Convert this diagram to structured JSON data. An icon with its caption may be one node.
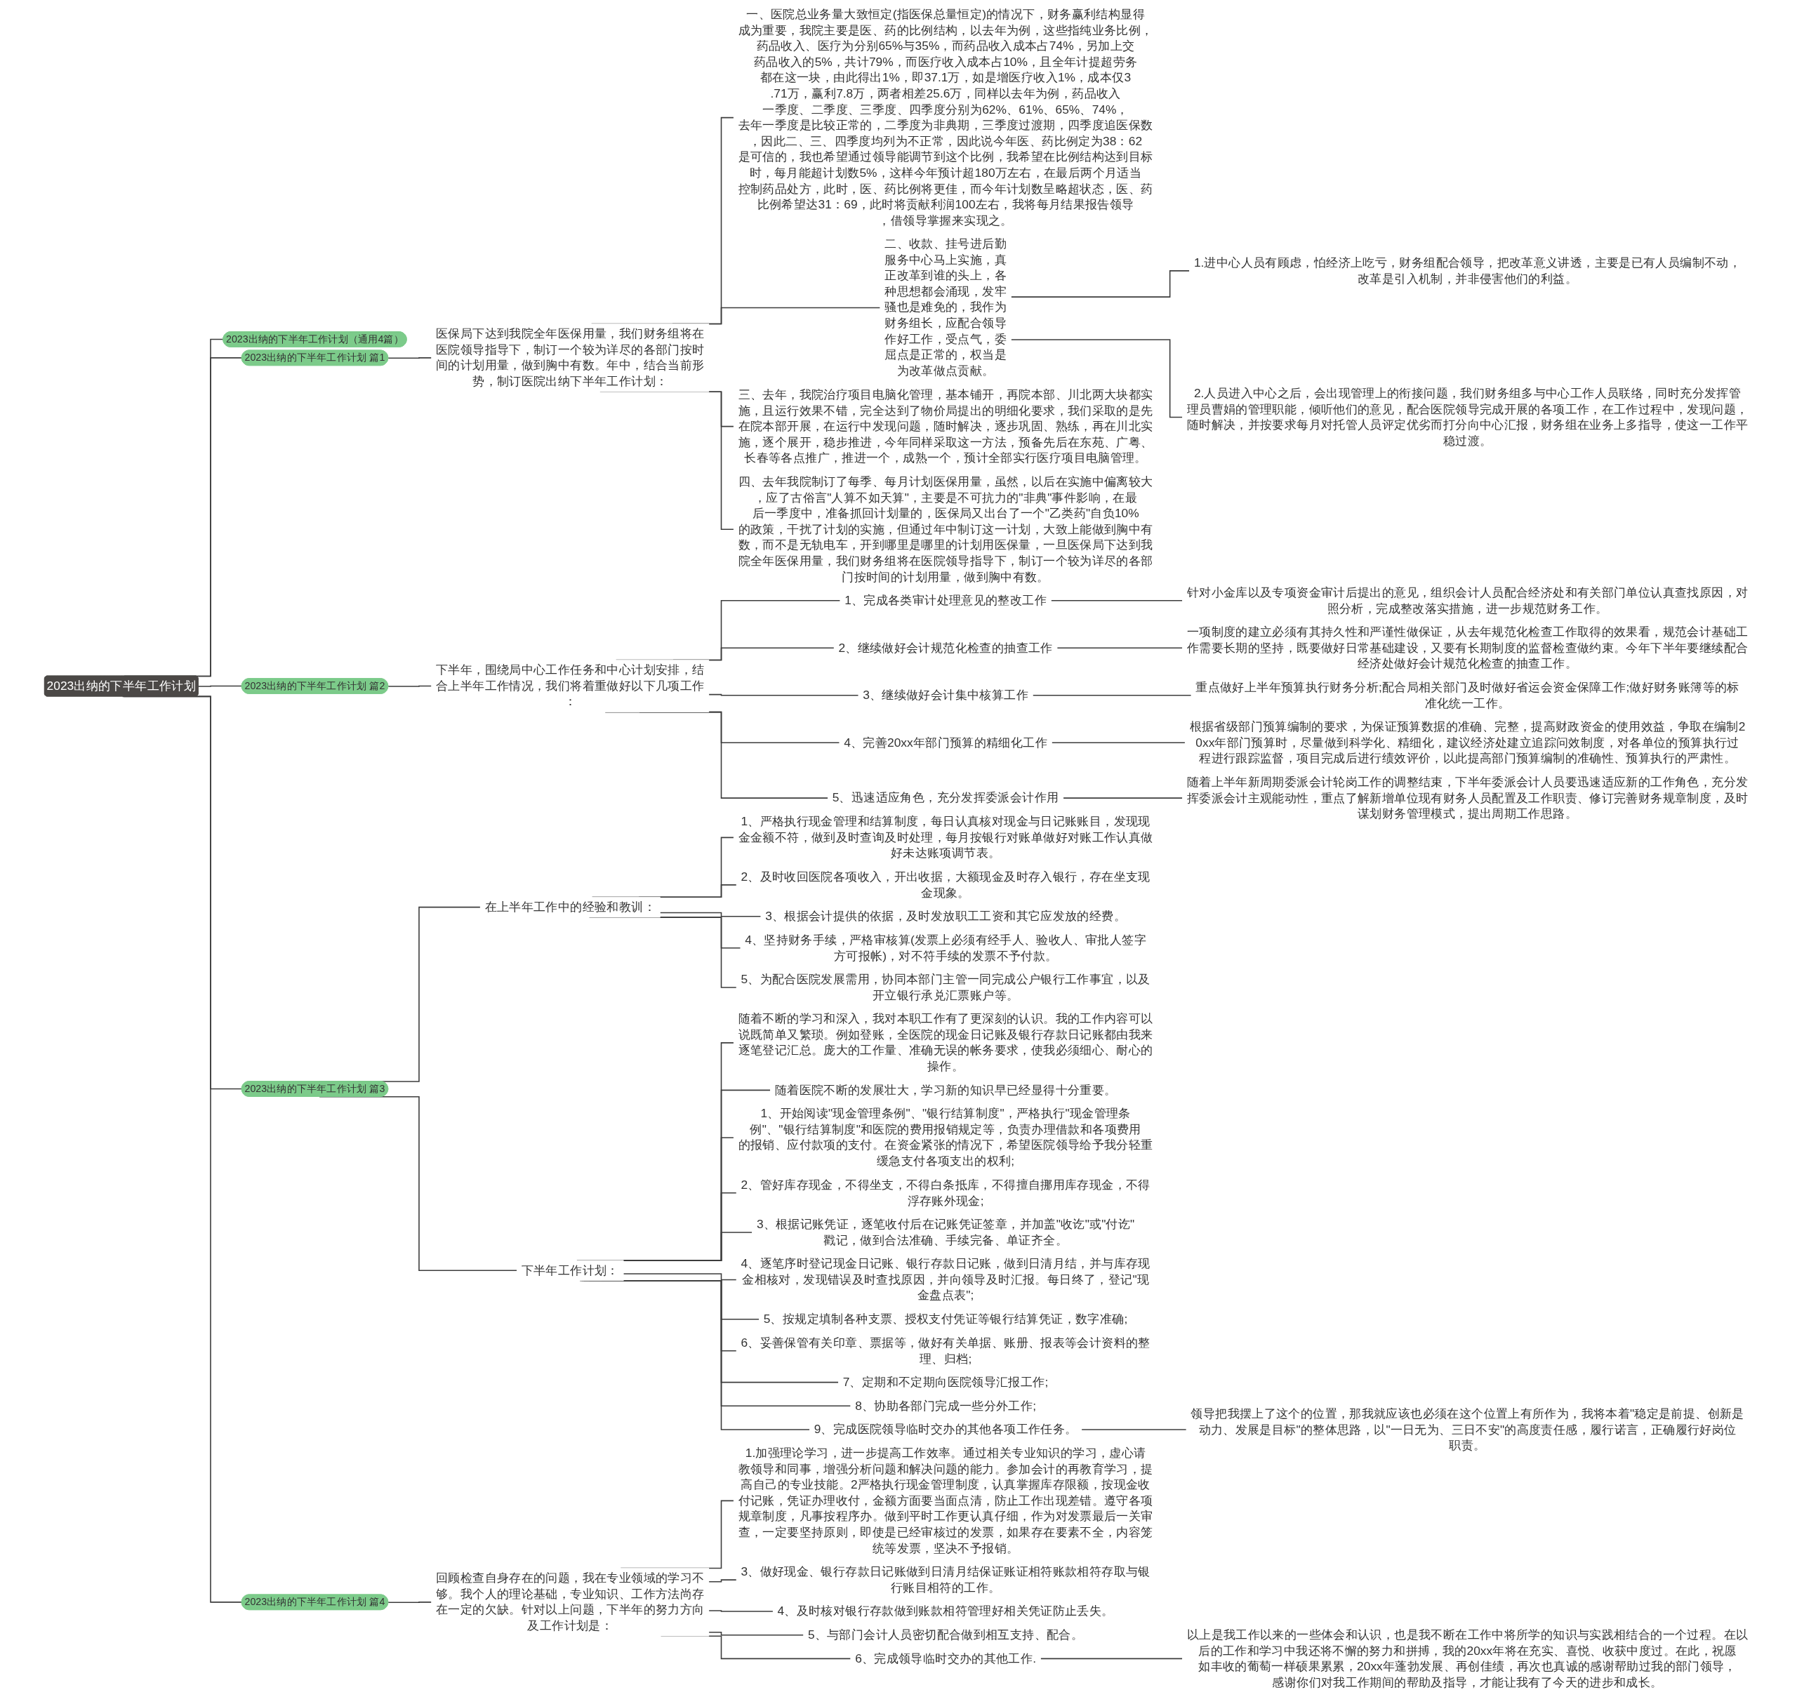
{
  "diagram": {
    "nodes": [
      {
        "text": [
          "2023出纳的下半年工作计划"
        ]
      },
      {
        "text": [
          "2023出纳的下半年工作计划（通用4篇）"
        ]
      },
      {
        "text": [
          "2023出纳的下半年工作计划 篇1"
        ]
      },
      {
        "text": [
          "医保局下达到我院全年医保用量，我们财务组将在医院领导指导下，制订一个较为详尽的各部门按时间的计划用量，做到胸中有数。年中，结合当前形势，制订医院出纳下半年工作计划："
        ]
      },
      {
        "text": [
          "一、医院总业务量大致恒定(指医保总量恒定)的情况下，财务赢利结构显得成为重要，我院主要是医、药的比例结构，以去年为例，这些指纯业务比例，药品收入、医疗为分别65%与35%，而药品收入成本占74%，另加上交药品收入的5%，共计79%，而医疗收入成本占10%，且全年计提超劳务都在这一块，由此得出1%，即37.1万，如是增医疗收入1%，成本仅3.71万，赢利7.8万，两者相差25.6万，同样以去年为例，药品收入一季度、二季度、三季度、四季度分别为62%、61%、65%、74%，去年一季度是比较正常的，二季度为非典期，三季度过渡期，四季度追医保数，因此二、三、四季度均列为不正常，因此说今年医、药比例定为38：62是可信的，我也希望通过领导能调节到这个比例，我希望在比例结构达到目标时，每月能超计划数5%，这样今年预计超180万左右，在最后两个月适当控制药品处方，此时，医、药比例将更佳，而今年计划数呈略超状态，医、药比例希望达31：69，此时将贡献利润100左右，我将每月结果报告领导，借领导掌握来实现之。"
        ]
      },
      {
        "text": [
          "二、收款、挂号进后勤服务中心马上实施，真正改革到谁的头上，各种思想都会涌现，发牢骚也是难免的，我作为财务组长，应配合领导作好工作，受点气，委屈点是正常的，权当是为改革做点贡献。"
        ]
      },
      {
        "text": [
          "1.进中心人员有顾虑，怕经济上吃亏，财务组配合领导，把改革意义讲透，主要是已有人员编制不动，改革是引入机制，并非侵害他们的利益。"
        ]
      },
      {
        "text": [
          "2.人员进入中心之后，会出现管理上的衔接问题，我们财务组多与中心工作人员联络，同时充分发挥管理员曹娟的管理职能，倾听他们的意见，配合医院领导完成开展的各项工作，在工作过程中，发现问题，随时解决，并按要求每月对托管人员评定优劣而打分向中心汇报，财务组在业务上多指导，使这一工作平稳过渡。"
        ]
      },
      {
        "text": [
          "三、去年，我院治疗项目电脑化管理，基本铺开，再院本部、川北两大块都实施，且运行效果不错，完全达到了物价局提出的明细化要求，我们采取的是先在院本部开展，在运行中发现问题，随时解决，逐步巩固、熟练，再在川北实施，逐个展开，稳步推进，今年同样采取这一方法，预备先后在东苑、广粤、长春等各点推广，推进一个，成熟一个，预计全部实行医疗项目电脑管理。"
        ]
      },
      {
        "text": [
          "四、去年我院制订了每季、每月计划医保用量，虽然，以后在实施中偏离较大，应了古俗言\"人算不如天算\"，主要是不可抗力的\"非典\"事件影响，在最后一季度中，准备抓回计划量的，医保局又出台了一个\"乙类药\"自负10%的政策，干扰了计划的实施，但通过年中制订这一计划，大致上能做到胸中有数，而不是无轨电车，开到哪里是哪里的计划用医保量，一旦医保局下达到我院全年医保用量，我们财务组将在医院领导指导下，制订一个较为详尽的各部门按时间的计划用量，做到胸中有数。"
        ]
      },
      {
        "text": [
          "2023出纳的下半年工作计划 篇2"
        ]
      },
      {
        "text": [
          "下半年，围绕局中心工作任务和中心计划安排，结合上半年工作情况，我们将着重做好以下几项工作："
        ]
      },
      {
        "text": [
          "1、完成各类审计处理意见的整改工作"
        ]
      },
      {
        "text": [
          "针对小金库以及专项资金审计后提出的意见，组织会计人员配合经济处和有关部门单位认真查找原因，对照分析，完成整改落实措施，进一步规范财务工作。"
        ]
      },
      {
        "text": [
          "2、继续做好会计规范化检查的抽查工作"
        ]
      },
      {
        "text": [
          "一项制度的建立必须有其持久性和严谨性做保证，从去年规范化检查工作取得的效果看，规范会计基础工作需要长期的坚持，既要做好日常基础建设，又要有长期制度的监督检查做约束。今年下半年要继续配合经济处做好会计规范化检查的抽查工作。"
        ]
      },
      {
        "text": [
          "3、继续做好会计集中核算工作"
        ]
      },
      {
        "text": [
          "重点做好上半年预算执行财务分析;配合局相关部门及时做好省运会资金保障工作;做好财务账簿等的标准化统一工作。"
        ]
      },
      {
        "text": [
          "4、完善20xx年部门预算的精细化工作"
        ]
      },
      {
        "text": [
          "根据省级部门预算编制的要求，为保证预算数据的准确、完整，提高财政资金的使用效益，争取在编制20xx年部门预算时，尽量做到科学化、精细化，建议经济处建立追踪问效制度，对各单位的预算执行过程进行跟踪监督，项目完成后进行绩效评价，以此提高部门预算编制的准确性、预算执行的严肃性。"
        ]
      },
      {
        "text": [
          "5、迅速适应角色，充分发挥委派会计作用"
        ]
      },
      {
        "text": [
          "随着上半年新周期委派会计轮岗工作的调整结束，下半年委派会计人员要迅速适应新的工作角色，充分发挥委派会计主观能动性，重点了解新增单位现有财务人员配置及工作职责、修订完善财务规章制度，及时谋划财务管理模式，提出周期工作思路。"
        ]
      },
      {
        "text": [
          "2023出纳的下半年工作计划 篇3"
        ]
      },
      {
        "text": [
          "在上半年工作中的经验和教训："
        ]
      },
      {
        "text": [
          "1、严格执行现金管理和结算制度，每日认真核对现金与日记账账目，发现现金金额不符，做到及时查询及时处理，每月按银行对账单做好对账工作认真做好未达账项调节表。"
        ]
      },
      {
        "text": [
          "2、及时收回医院各项收入，开出收据，大额现金及时存入银行，存在坐支现金现象。"
        ]
      },
      {
        "text": [
          "3、根据会计提供的依据，及时发放职工工资和其它应发放的经费。"
        ]
      },
      {
        "text": [
          "4、坚持财务手续，严格审核算(发票上必须有经手人、验收人、审批人签字方可报帐)，对不符手续的发票不予付款。"
        ]
      },
      {
        "text": [
          "5、为配合医院发展需用，协同本部门主管一同完成公户银行工作事宜，以及开立银行承兑汇票账户等。"
        ]
      },
      {
        "text": [
          "下半年工作计划："
        ]
      },
      {
        "text": [
          "随着不断的学习和深入，我对本职工作有了更深刻的认识。我的工作内容可以说既简单又繁琐。例如登账，全医院的现金日记账及银行存款日记账都由我来逐笔登记汇总。庞大的工作量、准确无误的帐务要求，使我必须细心、耐心的操作。"
        ]
      },
      {
        "text": [
          "随着医院不断的发展壮大，学习新的知识早已经显得十分重要。"
        ]
      },
      {
        "text": [
          "1、开始阅读\"现金管理条例\"、\"银行结算制度\"，严格执行\"现金管理条例\"、\"银行结算制度\"和医院的费用报销规定等，负责办理借款和各项费用的报销、应付款项的支付。在资金紧张的情况下，希望医院领导给予我分轻重缓急支付各项支出的权利;"
        ]
      },
      {
        "text": [
          "2、管好库存现金，不得坐支，不得白条抵库，不得擅自挪用库存现金，不得浮存账外现金;"
        ]
      },
      {
        "text": [
          "3、根据记账凭证，逐笔收付后在记账凭证签章，并加盖\"收讫\"或\"付讫\"戳记，做到合法准确、手续完备、单证齐全。"
        ]
      },
      {
        "text": [
          "4、逐笔序时登记现金日记账、银行存款日记账，做到日清月结，并与库存现金相核对，发现错误及时查找原因，并向领导及时汇报。每日终了，登记\"现金盘点表\";"
        ]
      },
      {
        "text": [
          "5、按规定填制各种支票、授权支付凭证等银行结算凭证，数字准确;"
        ]
      },
      {
        "text": [
          "6、妥善保管有关印章、票据等，做好有关单据、账册、报表等会计资料的整理、归档;"
        ]
      },
      {
        "text": [
          "7、定期和不定期向医院领导汇报工作;"
        ]
      },
      {
        "text": [
          "8、协助各部门完成一些分外工作;"
        ]
      },
      {
        "text": [
          "9、完成医院领导临时交办的其他各项工作任务。"
        ]
      },
      {
        "text": [
          "领导把我摆上了这个的位置，那我就应该也必须在这个位置上有所作为，我将本着\"稳定是前提、创新是动力、发展是目标\"的整体思路，以\"一日无为、三日不安\"的高度责任感，履行诺言，正确履行好岗位职责。"
        ]
      },
      {
        "text": [
          "2023出纳的下半年工作计划 篇4"
        ]
      },
      {
        "text": [
          "回顾检查自身存在的问题，我在专业领域的学习不够。我个人的理论基础，专业知识、工作方法尚存在一定的欠缺。针对以上问题，下半年的努力方向及工作计划是："
        ]
      },
      {
        "text": [
          "1.加强理论学习，进一步提高工作效率。通过相关专业知识的学习，虚心请教领导和同事，增强分析问题和解决问题的能力。参加会计的再教育学习，提高自己的专业技能。2严格执行现金管理制度，认真掌握库存限额，按现金收付记账，凭证办理收付，金额方面要当面点清，防止工作出现差错。遵守各项规章制度，凡事按程序办。做到平时工作更认真仔细，作为对发票最后一关审查，一定要坚持原则，即使是已经审核过的发票，如果存在要素不全，内容笼统等发票，坚决不予报销。"
        ]
      },
      {
        "text": [
          "3、做好现金、银行存款日记账做到日清月结保证账证相符账款相符存取与银行账目相符的工作。"
        ]
      },
      {
        "text": [
          "4、及时核对银行存款做到账款相符管理好相关凭证防止丢失。"
        ]
      },
      {
        "text": [
          "5、与部门会计人员密切配合做到相互支持、配合。"
        ]
      },
      {
        "text": [
          "6、完成领导临时交办的其他工作."
        ]
      },
      {
        "text": [
          "以上是我工作以来的一些体会和认识，也是我不断在工作中将所学的知识与实践相结合的一个过程。在以后的工作和学习中我还将不懈的努力和拼搏，我的20xx年将在充实、喜悦、收获中度过。在此，祝愿如丰收的葡萄一样硕果累累，20xx年蓬勃发展、再创佳绩，再次也真诚的感谢帮助过我的部门领导，感谢你们对我工作期间的帮助及指导，才能让我有了今天的进步和成长。"
        ]
      }
    ],
    "edges": [
      {
        "from": 0,
        "to": 1,
        "arrow": "none"
      },
      {
        "from": 0,
        "to": 2,
        "arrow": "none"
      },
      {
        "from": 2,
        "to": 3,
        "arrow": "none"
      },
      {
        "from": 3,
        "to": 4,
        "arrow": "none"
      },
      {
        "from": 3,
        "to": 5,
        "arrow": "none"
      },
      {
        "from": 5,
        "to": 6,
        "arrow": "none"
      },
      {
        "from": 5,
        "to": 7,
        "arrow": "none"
      },
      {
        "from": 3,
        "to": 8,
        "arrow": "none"
      },
      {
        "from": 3,
        "to": 9,
        "arrow": "none"
      },
      {
        "from": 0,
        "to": 10,
        "arrow": "none"
      },
      {
        "from": 10,
        "to": 11,
        "arrow": "none"
      },
      {
        "from": 11,
        "to": 12,
        "arrow": "none"
      },
      {
        "from": 12,
        "to": 13,
        "arrow": "none"
      },
      {
        "from": 11,
        "to": 14,
        "arrow": "none"
      },
      {
        "from": 14,
        "to": 15,
        "arrow": "none"
      },
      {
        "from": 11,
        "to": 16,
        "arrow": "none"
      },
      {
        "from": 16,
        "to": 17,
        "arrow": "none"
      },
      {
        "from": 11,
        "to": 18,
        "arrow": "none"
      },
      {
        "from": 18,
        "to": 19,
        "arrow": "none"
      },
      {
        "from": 11,
        "to": 20,
        "arrow": "none"
      },
      {
        "from": 20,
        "to": 21,
        "arrow": "none"
      },
      {
        "from": 0,
        "to": 22,
        "arrow": "none"
      },
      {
        "from": 22,
        "to": 23,
        "arrow": "none"
      },
      {
        "from": 23,
        "to": 24,
        "arrow": "none"
      },
      {
        "from": 23,
        "to": 25,
        "arrow": "none"
      },
      {
        "from": 23,
        "to": 26,
        "arrow": "none"
      },
      {
        "from": 23,
        "to": 27,
        "arrow": "none"
      },
      {
        "from": 23,
        "to": 28,
        "arrow": "none"
      },
      {
        "from": 22,
        "to": 29,
        "arrow": "none"
      },
      {
        "from": 29,
        "to": 30,
        "arrow": "none"
      },
      {
        "from": 29,
        "to": 31,
        "arrow": "none"
      },
      {
        "from": 29,
        "to": 32,
        "arrow": "none"
      },
      {
        "from": 29,
        "to": 33,
        "arrow": "none"
      },
      {
        "from": 29,
        "to": 34,
        "arrow": "none"
      },
      {
        "from": 29,
        "to": 35,
        "arrow": "none"
      },
      {
        "from": 29,
        "to": 36,
        "arrow": "none"
      },
      {
        "from": 29,
        "to": 37,
        "arrow": "none"
      },
      {
        "from": 29,
        "to": 38,
        "arrow": "none"
      },
      {
        "from": 29,
        "to": 39,
        "arrow": "none"
      },
      {
        "from": 29,
        "to": 40,
        "arrow": "none"
      },
      {
        "from": 40,
        "to": 41,
        "arrow": "none"
      },
      {
        "from": 0,
        "to": 42,
        "arrow": "none"
      },
      {
        "from": 42,
        "to": 43,
        "arrow": "none"
      },
      {
        "from": 43,
        "to": 44,
        "arrow": "none"
      },
      {
        "from": 43,
        "to": 45,
        "arrow": "none"
      },
      {
        "from": 43,
        "to": 46,
        "arrow": "none"
      },
      {
        "from": 43,
        "to": 47,
        "arrow": "none"
      },
      {
        "from": 43,
        "to": 48,
        "arrow": "none"
      },
      {
        "from": 48,
        "to": 49,
        "arrow": "none"
      }
    ]
  }
}
